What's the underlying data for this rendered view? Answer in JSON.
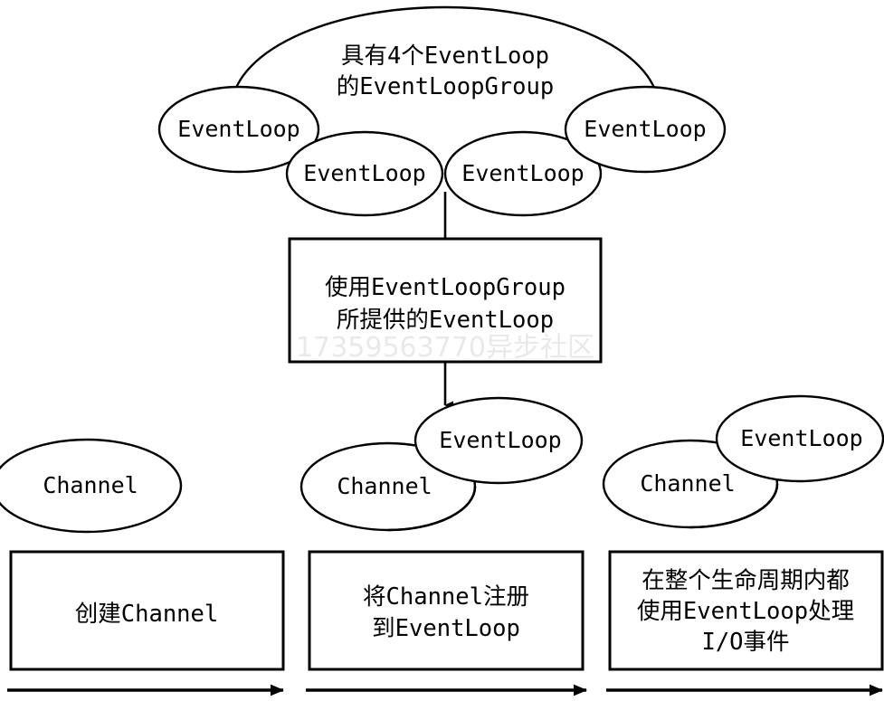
{
  "diagram": {
    "type": "flow-diagram",
    "background_color": "#ffffff",
    "stroke_color": "#000000",
    "watermark_color": "#e9e9e9",
    "group_cloud": {
      "title_line_1": "具有4个EventLoop",
      "title_line_2": "的EventLoopGroup",
      "event_loops": [
        {
          "label": "EventLoop",
          "position": "left-outer"
        },
        {
          "label": "EventLoop",
          "position": "left-inner"
        },
        {
          "label": "EventLoop",
          "position": "right-inner"
        },
        {
          "label": "EventLoop",
          "position": "right-outer"
        }
      ]
    },
    "middle_box": {
      "line_1": "使用EventLoopGroup",
      "line_2": "所提供的EventLoop",
      "watermark": "17359563770异步社区"
    },
    "instance_row": [
      {
        "channel_label": "Channel",
        "event_loop_label": null
      },
      {
        "channel_label": "Channel",
        "event_loop_label": "EventLoop"
      },
      {
        "channel_label": "Channel",
        "event_loop_label": "EventLoop"
      }
    ],
    "step_boxes": [
      {
        "lines": [
          "创建Channel"
        ]
      },
      {
        "lines": [
          "将Channel注册",
          "到EventLoop"
        ]
      },
      {
        "lines": [
          "在整个生命周期内都",
          "使用EventLoop处理",
          "I/O事件"
        ]
      }
    ],
    "timeline_arrows": [
      {
        "name": "step-arrow-1"
      },
      {
        "name": "step-arrow-2"
      },
      {
        "name": "step-arrow-3"
      }
    ]
  }
}
